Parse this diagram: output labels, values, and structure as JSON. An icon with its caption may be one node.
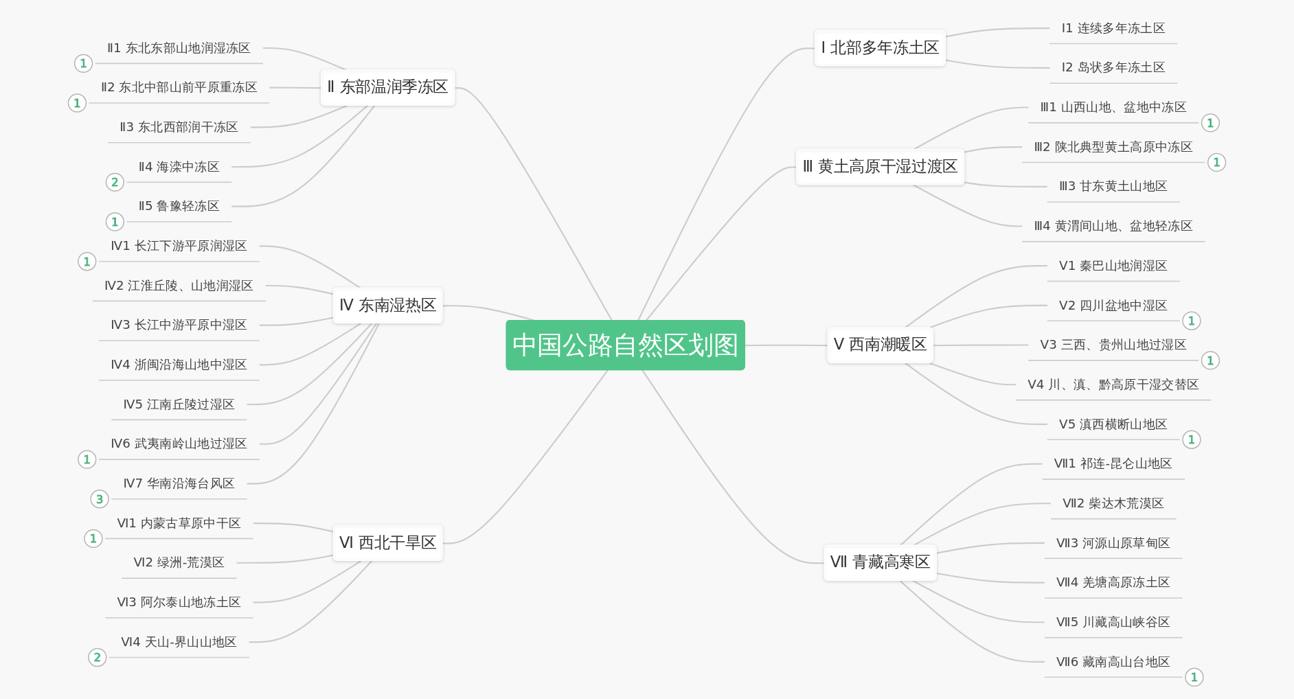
{
  "diagram": {
    "nodes": [
      {
        "text": [
          "中国公路自然区划图"
        ]
      },
      {
        "text": [
          "Ⅰ 北部多年冻土区"
        ]
      },
      {
        "text": [
          "Ⅰ1 连续多年冻土区"
        ]
      },
      {
        "text": [
          "Ⅰ2 岛状多年冻土区"
        ]
      },
      {
        "text": [
          "Ⅱ 东部温润季冻区"
        ]
      },
      {
        "text": [
          "Ⅱ1 东北东部山地润湿冻区"
        ],
        "beside": [
          "1"
        ]
      },
      {
        "text": [
          "Ⅱ2 东北中部山前平原重冻区"
        ],
        "beside": [
          "1"
        ]
      },
      {
        "text": [
          "Ⅱ3 东北西部润干冻区"
        ]
      },
      {
        "text": [
          "Ⅱ4 海滦中冻区"
        ],
        "beside": [
          "2"
        ]
      },
      {
        "text": [
          "Ⅱ5 鲁豫轻冻区"
        ],
        "beside": [
          "1"
        ]
      },
      {
        "text": [
          "Ⅲ 黄土高原干湿过渡区"
        ]
      },
      {
        "text": [
          "Ⅲ1 山西山地、盆地中冻区"
        ],
        "beside": [
          "1"
        ]
      },
      {
        "text": [
          "Ⅲ2 陕北典型黄土高原中冻区"
        ],
        "beside": [
          "1"
        ]
      },
      {
        "text": [
          "Ⅲ3 甘东黄土山地区"
        ]
      },
      {
        "text": [
          "Ⅲ4 黄渭间山地、盆地轻冻区"
        ]
      },
      {
        "text": [
          "Ⅳ 东南湿热区"
        ]
      },
      {
        "text": [
          "Ⅳ1 长江下游平原润湿区"
        ],
        "beside": [
          "1"
        ]
      },
      {
        "text": [
          "Ⅳ2 江淮丘陵、山地润湿区"
        ]
      },
      {
        "text": [
          "Ⅳ3 长江中游平原中湿区"
        ]
      },
      {
        "text": [
          "Ⅳ4 浙闽沿海山地中湿区"
        ]
      },
      {
        "text": [
          "Ⅳ5 江南丘陵过湿区"
        ]
      },
      {
        "text": [
          "Ⅳ6 武夷南岭山地过湿区"
        ],
        "beside": [
          "1"
        ]
      },
      {
        "text": [
          "Ⅳ7 华南沿海台风区"
        ],
        "beside": [
          "3"
        ]
      },
      {
        "text": [
          "Ⅴ 西南潮暖区"
        ]
      },
      {
        "text": [
          "Ⅴ1 秦巴山地润湿区"
        ]
      },
      {
        "text": [
          "Ⅴ2 四川盆地中湿区"
        ],
        "beside": [
          "1"
        ]
      },
      {
        "text": [
          "Ⅴ3 三西、贵州山地过湿区"
        ],
        "beside": [
          "1"
        ]
      },
      {
        "text": [
          "Ⅴ4 川、滇、黔高原干湿交替区"
        ]
      },
      {
        "text": [
          "Ⅴ5 滇西横断山地区"
        ],
        "beside": [
          "1"
        ]
      },
      {
        "text": [
          "Ⅵ 西北干旱区"
        ]
      },
      {
        "text": [
          "Ⅵ1 内蒙古草原中干区"
        ],
        "beside": [
          "1"
        ]
      },
      {
        "text": [
          "Ⅵ2 绿洲-荒漠区"
        ]
      },
      {
        "text": [
          "Ⅵ3 阿尔泰山地冻土区"
        ]
      },
      {
        "text": [
          "Ⅵ4 天山-界山山地区"
        ],
        "beside": [
          "2"
        ]
      },
      {
        "text": [
          "Ⅶ 青藏高寒区"
        ]
      },
      {
        "text": [
          "Ⅶ1 祁连-昆仑山地区"
        ]
      },
      {
        "text": [
          "Ⅶ2 柴达木荒漠区"
        ]
      },
      {
        "text": [
          "Ⅶ3 河源山原草甸区"
        ]
      },
      {
        "text": [
          "Ⅶ4 羌塘高原冻土区"
        ]
      },
      {
        "text": [
          "Ⅶ5 川藏高山峡谷区"
        ]
      },
      {
        "text": [
          "Ⅶ6 藏南高山台地区"
        ],
        "beside": [
          "1"
        ]
      }
    ],
    "edges": [
      {
        "from": 0,
        "to": 1,
        "arrow": "none"
      },
      {
        "from": 1,
        "to": 2,
        "arrow": "none"
      },
      {
        "from": 1,
        "to": 3,
        "arrow": "none"
      },
      {
        "from": 4,
        "to": 0,
        "arrow": "none"
      },
      {
        "from": 5,
        "to": 4,
        "arrow": "none"
      },
      {
        "from": 6,
        "to": 4,
        "arrow": "none"
      },
      {
        "from": 7,
        "to": 4,
        "arrow": "none"
      },
      {
        "from": 8,
        "to": 4,
        "arrow": "none"
      },
      {
        "from": 9,
        "to": 4,
        "arrow": "none"
      },
      {
        "from": 0,
        "to": 10,
        "arrow": "none"
      },
      {
        "from": 10,
        "to": 11,
        "arrow": "none"
      },
      {
        "from": 10,
        "to": 12,
        "arrow": "none"
      },
      {
        "from": 10,
        "to": 13,
        "arrow": "none"
      },
      {
        "from": 10,
        "to": 14,
        "arrow": "none"
      },
      {
        "from": 15,
        "to": 0,
        "arrow": "none"
      },
      {
        "from": 16,
        "to": 15,
        "arrow": "none"
      },
      {
        "from": 17,
        "to": 15,
        "arrow": "none"
      },
      {
        "from": 18,
        "to": 15,
        "arrow": "none"
      },
      {
        "from": 19,
        "to": 15,
        "arrow": "none"
      },
      {
        "from": 20,
        "to": 15,
        "arrow": "none"
      },
      {
        "from": 21,
        "to": 15,
        "arrow": "none"
      },
      {
        "from": 22,
        "to": 15,
        "arrow": "none"
      },
      {
        "from": 0,
        "to": 23,
        "arrow": "none"
      },
      {
        "from": 23,
        "to": 24,
        "arrow": "none"
      },
      {
        "from": 23,
        "to": 25,
        "arrow": "none"
      },
      {
        "from": 23,
        "to": 26,
        "arrow": "none"
      },
      {
        "from": 23,
        "to": 27,
        "arrow": "none"
      },
      {
        "from": 23,
        "to": 28,
        "arrow": "none"
      },
      {
        "from": 29,
        "to": 0,
        "arrow": "none"
      },
      {
        "from": 30,
        "to": 29,
        "arrow": "none"
      },
      {
        "from": 31,
        "to": 29,
        "arrow": "none"
      },
      {
        "from": 32,
        "to": 29,
        "arrow": "none"
      },
      {
        "from": 33,
        "to": 29,
        "arrow": "none"
      },
      {
        "from": 0,
        "to": 34,
        "arrow": "none"
      },
      {
        "from": 34,
        "to": 35,
        "arrow": "none"
      },
      {
        "from": 34,
        "to": 36,
        "arrow": "none"
      },
      {
        "from": 34,
        "to": 37,
        "arrow": "none"
      },
      {
        "from": 34,
        "to": 38,
        "arrow": "none"
      },
      {
        "from": 34,
        "to": 39,
        "arrow": "none"
      },
      {
        "from": 34,
        "to": 40,
        "arrow": "none"
      }
    ]
  }
}
